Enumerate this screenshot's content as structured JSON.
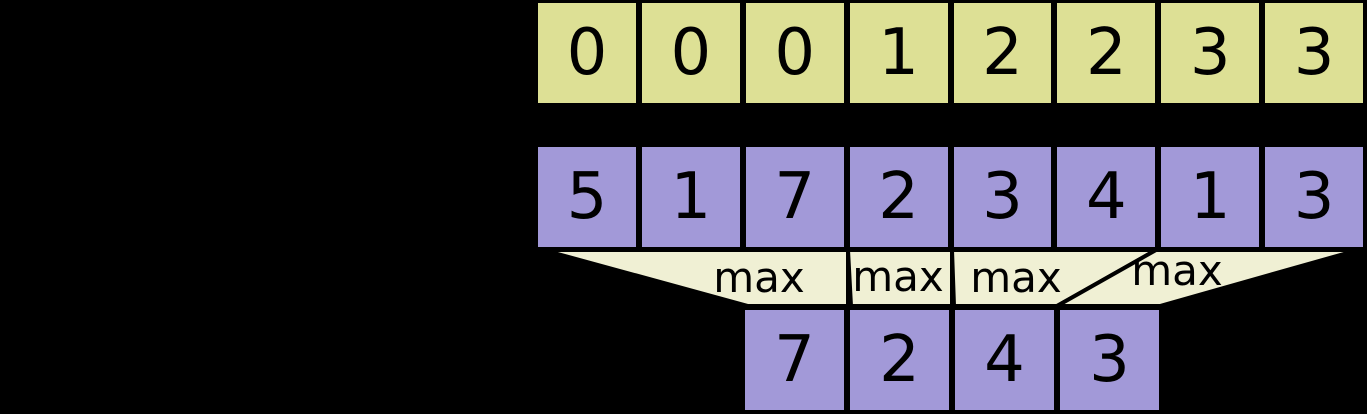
{
  "colors": {
    "background": "#000000",
    "border": "#000000",
    "text": "#000000",
    "index_fill": "#dde095",
    "input_fill": "#a299d8",
    "operator_fill": "#f0f0d4"
  },
  "rows": {
    "index": {
      "values": [
        "0",
        "0",
        "0",
        "1",
        "2",
        "2",
        "3",
        "3"
      ]
    },
    "input": {
      "values": [
        "5",
        "1",
        "7",
        "2",
        "3",
        "4",
        "1",
        "3"
      ]
    },
    "output": {
      "values": [
        "7",
        "2",
        "4",
        "3"
      ]
    }
  },
  "operators": [
    {
      "label": "max"
    },
    {
      "label": "max"
    },
    {
      "label": "max"
    },
    {
      "label": "max"
    }
  ]
}
